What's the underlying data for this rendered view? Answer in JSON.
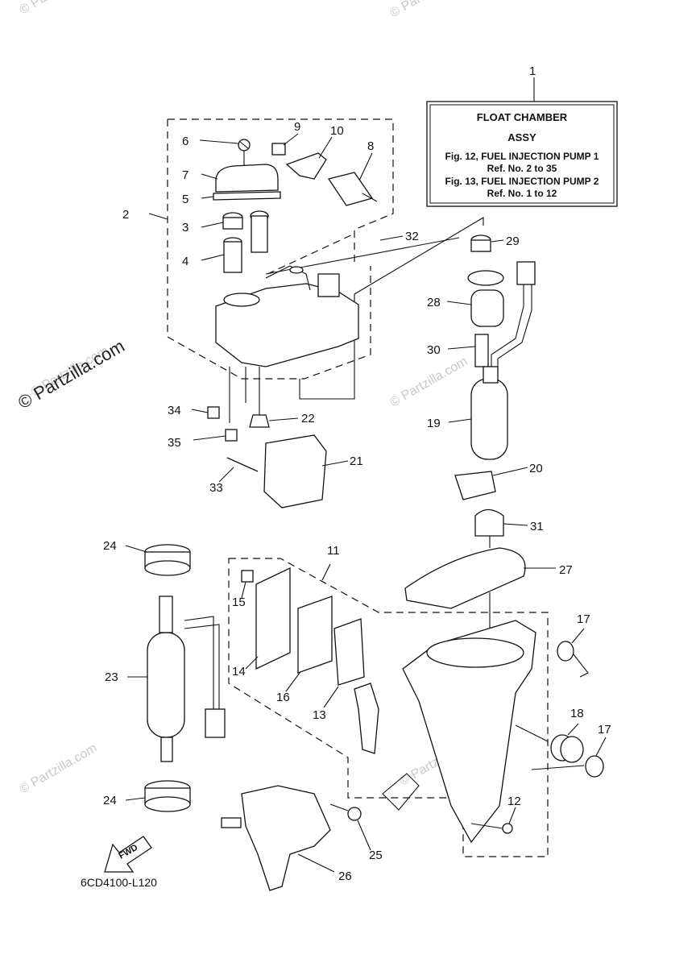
{
  "info_box": {
    "title_line1": "FLOAT CHAMBER",
    "title_line2": "ASSY",
    "ref_line1": "Fig. 12, FUEL INJECTION PUMP 1",
    "ref_line2": "Ref. No. 2 to 35",
    "ref_line3": "Fig. 13, FUEL INJECTION PUMP 2",
    "ref_line4": "Ref. No. 1 to 12"
  },
  "watermarks": {
    "main": "© Partzilla.com",
    "faint": "© Partzilla.com"
  },
  "diagram_code": "6CD4100-L120",
  "fwd_label": "FWD",
  "callouts": {
    "c1": "1",
    "c2": "2",
    "c3": "3",
    "c4": "4",
    "c5": "5",
    "c6": "6",
    "c7": "7",
    "c8": "8",
    "c9": "9",
    "c10": "10",
    "c11": "11",
    "c12": "12",
    "c13": "13",
    "c14": "14",
    "c15": "15",
    "c16": "16",
    "c17a": "17",
    "c17b": "17",
    "c18": "18",
    "c19": "19",
    "c20": "20",
    "c21": "21",
    "c22": "22",
    "c23": "23",
    "c24a": "24",
    "c24b": "24",
    "c25": "25",
    "c26": "26",
    "c27": "27",
    "c28": "28",
    "c29": "29",
    "c30": "30",
    "c31": "31",
    "c32": "32",
    "c33": "33",
    "c34": "34",
    "c35": "35"
  }
}
